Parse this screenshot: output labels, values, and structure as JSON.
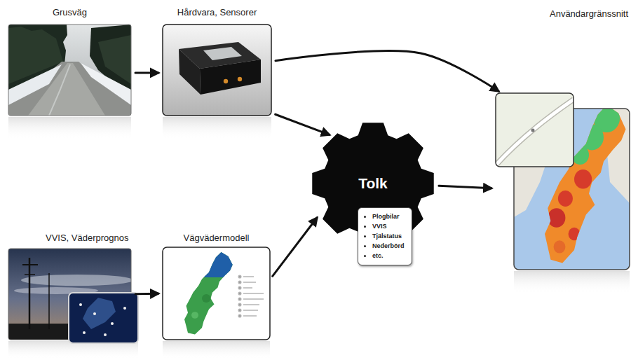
{
  "diagram": {
    "nodes": [
      {
        "text": [
          "Grusväg"
        ]
      },
      {
        "text": [
          "Hårdvara, Sensorer"
        ]
      },
      {
        "text": [
          "Tolk"
        ]
      },
      {
        "text": [
          "Plogbilar",
          "VVIS",
          "Tjälstatus",
          "Nederbörd",
          "etc."
        ],
        "in": 2
      },
      {
        "text": [
          "Användargränssnitt"
        ]
      },
      {
        "text": [
          "VVIS, Väderprognos"
        ]
      },
      {
        "text": [
          "Vägvädermodell"
        ]
      }
    ],
    "edges": [
      {
        "from": 0,
        "to": 1,
        "arrow": "to"
      },
      {
        "from": 1,
        "to": 2,
        "arrow": "to"
      },
      {
        "from": 1,
        "to": 4,
        "arrow": "to"
      },
      {
        "from": 2,
        "to": 4,
        "arrow": "to"
      },
      {
        "from": 5,
        "to": 6,
        "arrow": "to"
      },
      {
        "from": 6,
        "to": 2,
        "arrow": "to"
      }
    ]
  }
}
